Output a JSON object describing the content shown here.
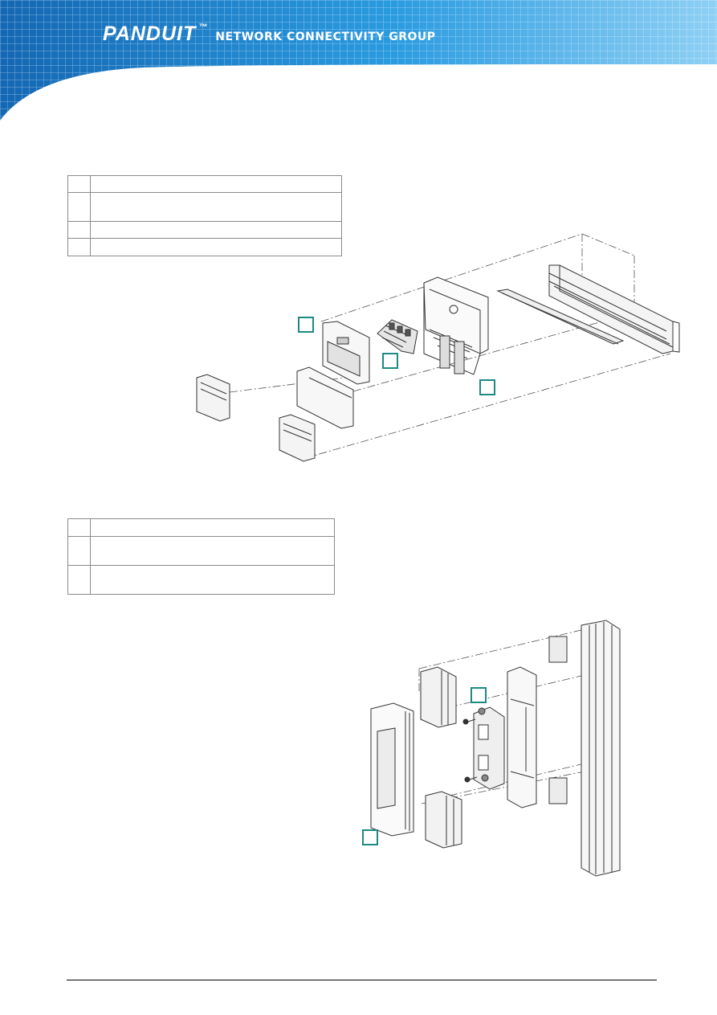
{
  "header": {
    "logo_text": "PANDUIT",
    "trademark": "™",
    "group_name": "NETWORK CONNECTIVITY GROUP",
    "colors": {
      "blue": "#1f8fdc",
      "dark": "#1467b3",
      "grid": "#ffffff"
    }
  },
  "table_1": {
    "rows": 4
  },
  "table_2": {
    "rows": 3
  },
  "callout_color": "#1d8a82",
  "diagram_1": {
    "name": "faceplate-assembly-exploded-view"
  },
  "diagram_2": {
    "name": "outlet-assembly-exploded-view"
  }
}
